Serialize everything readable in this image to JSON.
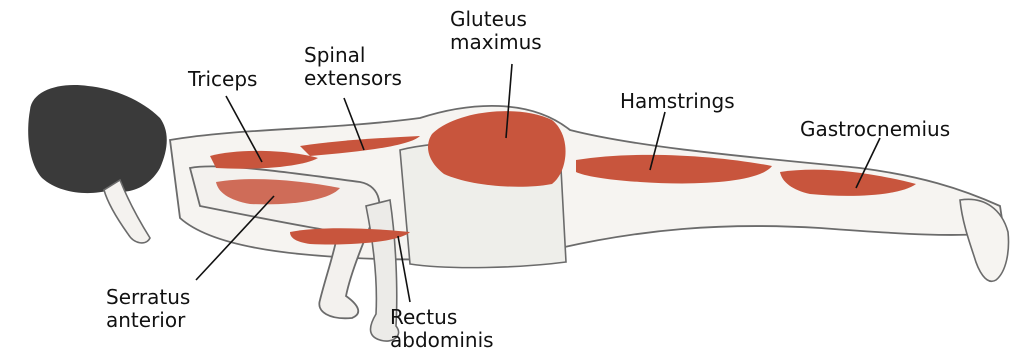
{
  "labels": {
    "gluteus_maximus": [
      "Gluteus",
      "maximus"
    ],
    "spinal_extensors": [
      "Spinal",
      "extensors"
    ],
    "triceps": [
      "Triceps"
    ],
    "hamstrings": [
      "Hamstrings"
    ],
    "gastrocnemius": [
      "Gastrocnemius"
    ],
    "serratus_anterior": [
      "Serratus",
      "anterior"
    ],
    "rectus_abdominis": [
      "Rectus",
      "abdominis"
    ]
  },
  "colors": {
    "muscle": "#c8553d",
    "muscle_dark": "#9e3524",
    "outline": "#6b6b6b",
    "hair": "#3a3a3a",
    "leader_line": "#111111"
  }
}
